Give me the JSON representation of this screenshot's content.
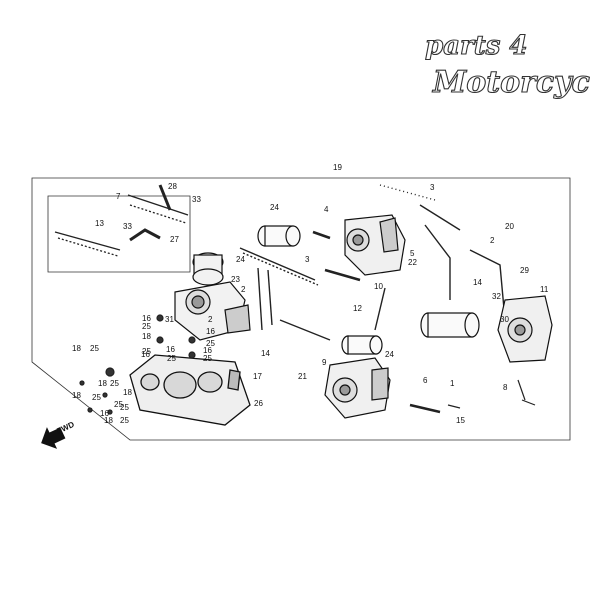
{
  "brand": {
    "line1": "parts 4",
    "line2": "Motorcycles"
  },
  "diagram": {
    "fwd_label": "FWD",
    "callouts": [
      "19",
      "3",
      "28",
      "7",
      "33",
      "13",
      "33",
      "27",
      "24",
      "4",
      "20",
      "2",
      "23",
      "22",
      "5",
      "29",
      "24",
      "2",
      "14",
      "32",
      "11",
      "3",
      "10",
      "12",
      "16",
      "25",
      "31",
      "2",
      "16",
      "25",
      "18",
      "16",
      "25",
      "16",
      "25",
      "16",
      "25",
      "17",
      "26",
      "14",
      "30",
      "24",
      "9",
      "21",
      "18",
      "25",
      "18",
      "25",
      "18",
      "25",
      "18",
      "25",
      "6",
      "8",
      "1",
      "15",
      "16",
      "25",
      "18",
      "25"
    ]
  }
}
